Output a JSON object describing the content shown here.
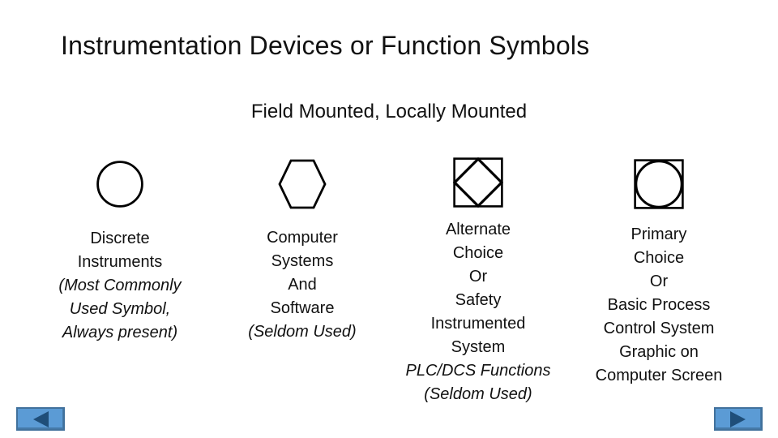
{
  "title": "Instrumentation Devices or Function Symbols",
  "subtitle": "Field Mounted, Locally Mounted",
  "columns": [
    {
      "symbol_icon": "circle-icon",
      "symbol_meaning": "Discrete Instruments",
      "lines": [
        "Discrete",
        "Instruments",
        "(Most Commonly",
        "Used Symbol,",
        "Always present)"
      ]
    },
    {
      "symbol_icon": "hexagon-icon",
      "symbol_meaning": "Computer Systems And Software",
      "lines": [
        "Computer",
        "Systems",
        "And",
        "Software",
        "(Seldom Used)"
      ]
    },
    {
      "symbol_icon": "diamond-in-square-icon",
      "symbol_meaning": "Alternate Choice Or Safety Instrumented System",
      "lines": [
        "Alternate",
        "Choice",
        "Or",
        "Safety",
        "Instrumented",
        "System",
        "PLC/DCS Functions",
        "(Seldom Used)"
      ]
    },
    {
      "symbol_icon": "circle-in-square-icon",
      "symbol_meaning": "Primary Choice Or Basic Process Control System",
      "lines": [
        "Primary",
        "Choice",
        "Or",
        "Basic Process",
        "Control System",
        "Graphic on",
        "Computer Screen"
      ]
    }
  ],
  "nav": {
    "back_icon": "back-arrow-icon",
    "forward_icon": "forward-arrow-icon"
  },
  "colors": {
    "background": "#ffffff",
    "text": "#111111",
    "symbol_stroke": "#000000",
    "button_fill": "#5b9bd5",
    "button_border": "#41719c",
    "arrow_fill": "#1f4e79"
  }
}
